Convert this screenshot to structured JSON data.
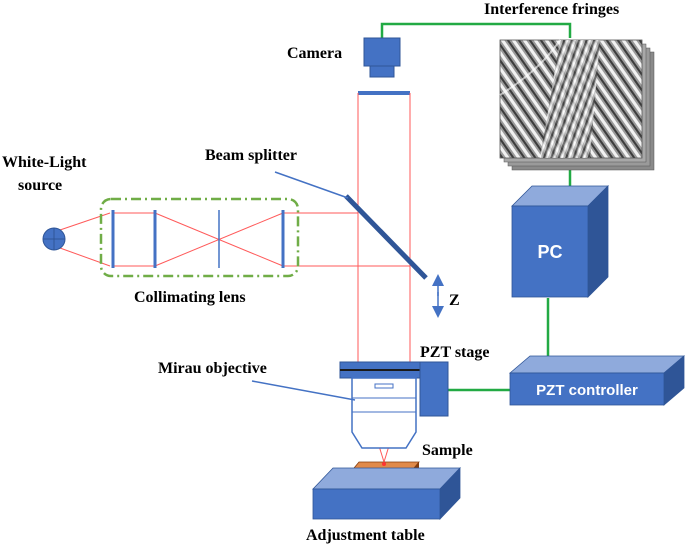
{
  "labels": {
    "interference_fringes": "Interference fringes",
    "camera": "Camera",
    "white_light_line1": "White-Light",
    "white_light_line2": "source",
    "beam_splitter": "Beam splitter",
    "collimating_lens": "Collimating lens",
    "z_axis": "Z",
    "pc": "PC",
    "pzt_stage": "PZT stage",
    "mirau_objective": "Mirau objective",
    "pzt_controller": "PZT controller",
    "sample": "Sample",
    "adjustment_table": "Adjustment table"
  },
  "colors": {
    "component_blue": "#4472c4",
    "component_blue_dark": "#2f5597",
    "component_blue_light": "#8faadc",
    "beam_red": "#ff5a5a",
    "connection_green": "#22aa44",
    "lens_group_dash": "#70ad47",
    "sample_orange": "#c55a11"
  }
}
